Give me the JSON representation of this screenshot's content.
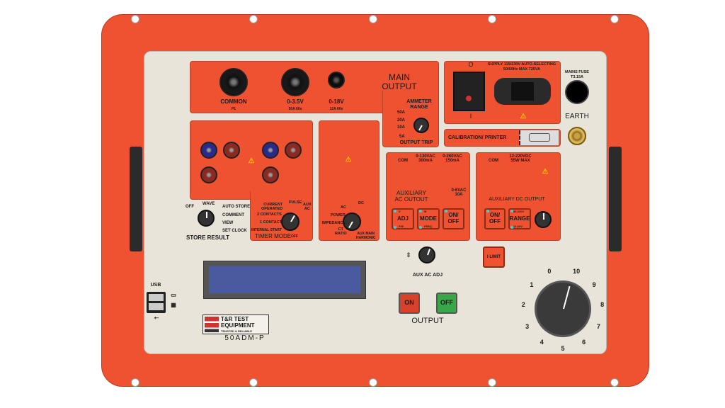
{
  "main_output": {
    "title_1": "MAIN",
    "title_2": "OUTPUT",
    "common": "COMMON",
    "common_sub": "P1",
    "v35": "0-3.5V",
    "v35_sub": "50A 60s",
    "v18": "0-18V",
    "v18_sub": "12A 60s",
    "ammeter_1": "AMMETER",
    "ammeter_2": "RANGE",
    "ranges": [
      "50A",
      "20A",
      "10A",
      "5A"
    ],
    "output_trip": "OUTPUT TRIP"
  },
  "supply": {
    "line1": "SUPPLY 115/230V AUTO-SELECTING",
    "line2": "50/60Hz MAX 725VA",
    "switch_off": "O",
    "switch_on": "I"
  },
  "calibration": "CALIBRATION/ PRINTER",
  "mains_fuse": {
    "line1": "MAINS FUSE",
    "line2": "T3.15A"
  },
  "earth": "EARTH",
  "store": {
    "title": "STORE RESULT",
    "off": "OFF",
    "wave": "WAVE",
    "auto_store": "AUTO STORE",
    "comment": "COMMENT",
    "view": "VIEW",
    "set_clock": "SET CLOCK"
  },
  "timer": {
    "title": "TIMER MODE",
    "current_1": "CURRENT",
    "current_2": "OPERATED",
    "two": "2 CONTACTS",
    "one": "1 CONTACT",
    "internal": "INTERNAL START",
    "pulse": "PULSE",
    "aux_1": "AUX",
    "aux_2": "AC",
    "off": "OFF"
  },
  "mode": {
    "ac": "AC",
    "dc": "DC",
    "power": "POWER",
    "impedance": "IMPEDANCE",
    "ct_1": "CT",
    "ct_2": "RATIO",
    "aux_1": "AUX MAIN",
    "aux_2": "HARMONIC"
  },
  "aux_ac": {
    "com": "COM",
    "v130_1": "0-130VAC",
    "v130_2": "300mA",
    "v260_1": "0-260VAC",
    "v260_2": "150mA",
    "v6_1": "0-6VAC",
    "v6_2": "10A",
    "title_1": "AUXILIARY",
    "title_2": "AC OUTOUT",
    "adj": "ADJ",
    "adj_v": "V",
    "adj_f": "F/Φ",
    "mode": "MODE",
    "mode_phi": "Φ",
    "mode_freq": "FREQ",
    "onoff": "ON/ OFF"
  },
  "aux_dc": {
    "com": "COM",
    "v_1": "12-220VDC",
    "v_2": "55W MAX",
    "title": "AUXILIARY DC OUTPUT",
    "onoff": "ON/ OFF",
    "range": "RANGE",
    "r_hi": "60-220V",
    "r_lo": "12-60V"
  },
  "aux_ac_adj": "AUX AC ADJ",
  "i_limit": "I LIMIT",
  "output": {
    "on": "ON",
    "off": "OFF",
    "label": "OUTPUT"
  },
  "dial": [
    "0",
    "1",
    "2",
    "3",
    "4",
    "5",
    "6",
    "7",
    "8",
    "9",
    "10"
  ],
  "usb": "USB",
  "logo": {
    "line1": "T&R TEST",
    "line2": "EQUIPMENT",
    "line3": "TRUSTED & RELIABLE",
    "model": "50ADM-P"
  },
  "colors": {
    "frame": "#ef5230",
    "panel": "#e9e4d9",
    "lcd": "#4a5a9e",
    "on": "#d8412a",
    "off": "#3aa64a"
  }
}
